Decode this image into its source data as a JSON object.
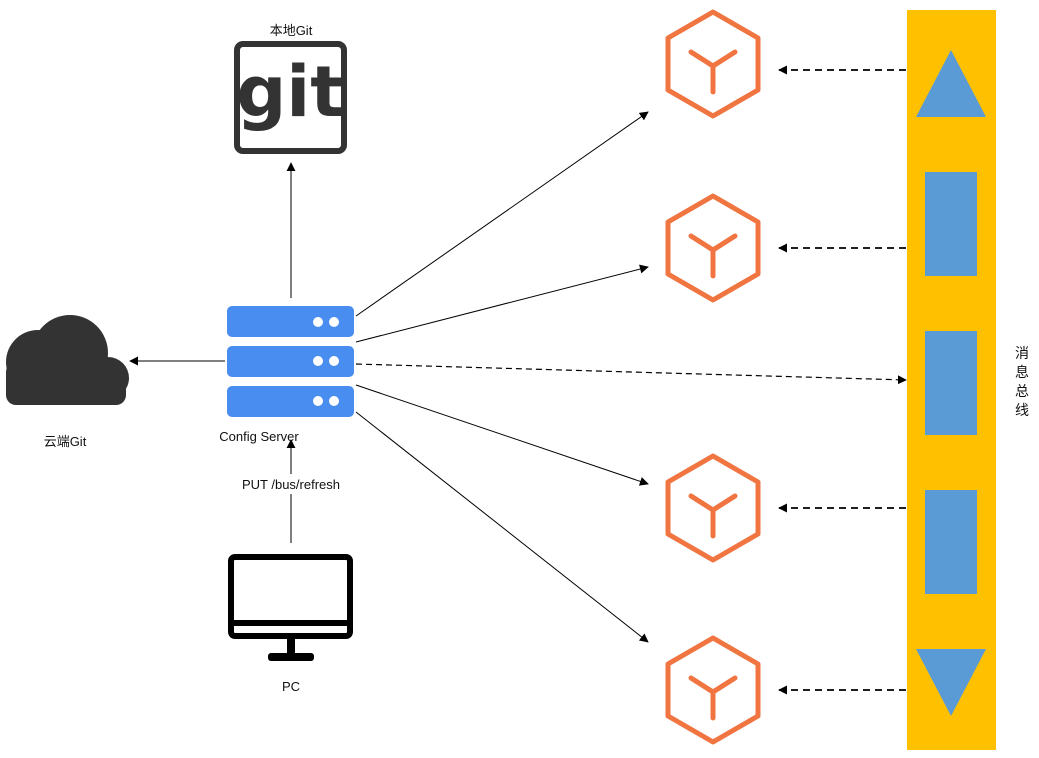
{
  "labels": {
    "local_git": "本地Git",
    "git_logo_text": "git",
    "cloud_git": "云端Git",
    "config_server": "Config Server",
    "refresh_request": "PUT /bus/refresh",
    "pc": "PC",
    "bus_chars": [
      "消",
      "息",
      "总",
      "线"
    ]
  },
  "icons": {
    "local_git": "git-logo-icon",
    "cloud": "cloud-icon",
    "server": "server-rack-icon",
    "pc": "monitor-icon",
    "service": "cube-icon"
  },
  "colors": {
    "server_blue": "#4a8df0",
    "cube_orange": "#f07541",
    "bus_yellow": "#ffc000",
    "bus_block_blue": "#5b9bd5",
    "icon_dark": "#333333"
  }
}
